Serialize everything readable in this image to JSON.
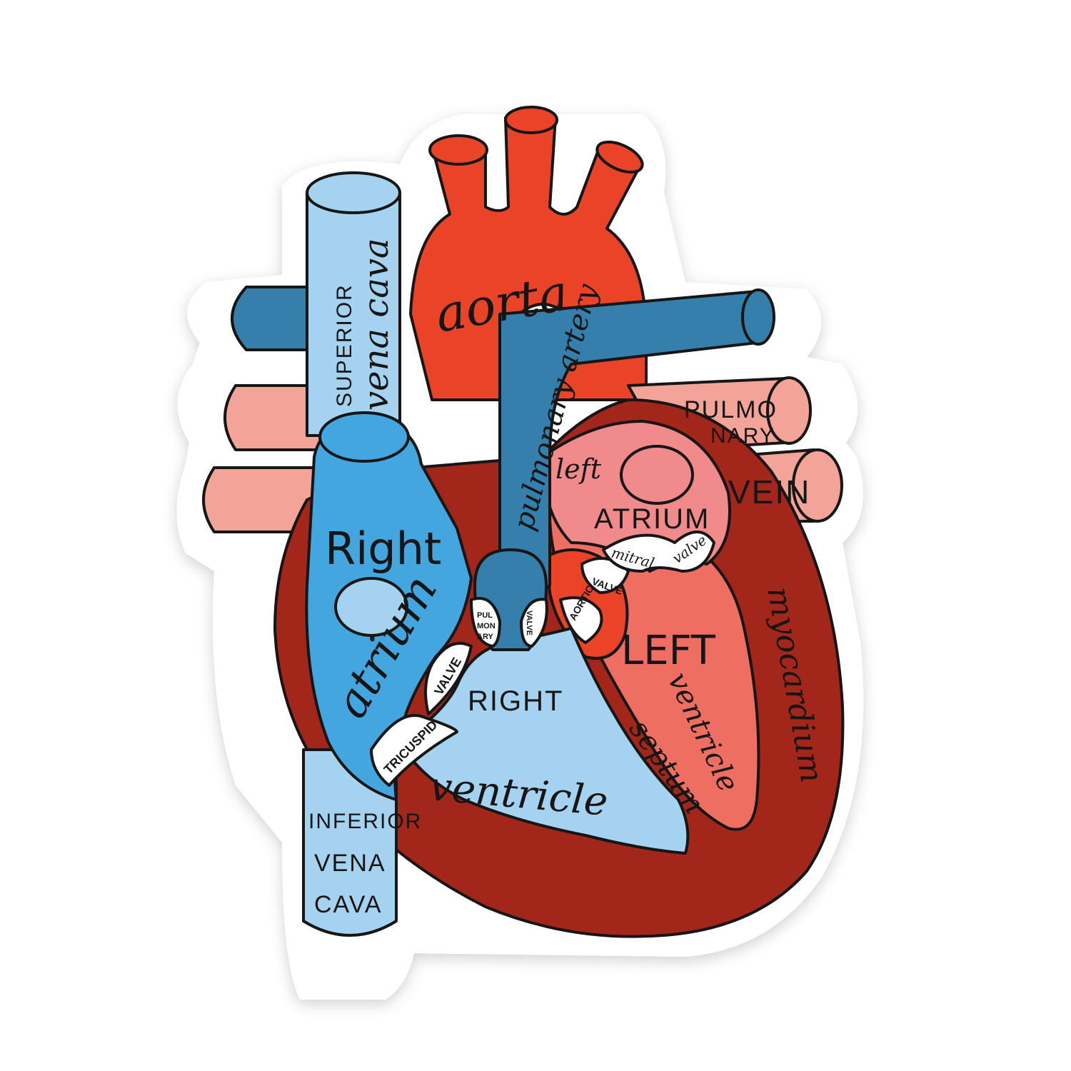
{
  "colors": {
    "sticker_border": "#ffffff",
    "vein_blue_light": "#a5d3ef",
    "vein_blue_mid": "#44a6de",
    "vein_blue_dark": "#357fad",
    "artery_red": "#e94428",
    "pulmonary_vein_pink": "#f2a498",
    "left_atrium_pink": "#f18a8a",
    "left_ventricle_salmon": "#ee6e62",
    "myocardium_dark_red": "#a3261a",
    "valve_white": "#ffffff",
    "ink": "#161616"
  },
  "labels": {
    "aorta": "aorta",
    "pulmonary_artery": "pulmonary artery",
    "superior_vena_cava_1": "SUPERIOR",
    "superior_vena_cava_2": "vena cava",
    "pulmonary_vein_1": "PULMO",
    "pulmonary_vein_2": "NARY",
    "pulmonary_vein_3": "VEIN",
    "left_atrium_1": "left",
    "left_atrium_2": "ATRIUM",
    "mitral_valve_1": "mitral",
    "mitral_valve_2": "valve",
    "aortic_valve_1": "VALVE",
    "aortic_valve_2": "AORTIC",
    "right_atrium_1": "Right",
    "right_atrium_2": "atrium",
    "pulmonary_valve_1": "PUL",
    "pulmonary_valve_2": "MON",
    "pulmonary_valve_3": "ARY",
    "pulmonary_valve_4": "VALVE",
    "tricuspid_valve_1": "VALVE",
    "tricuspid_valve_2": "TRICUSPID",
    "right_ventricle_1": "RIGHT",
    "right_ventricle_2": "ventricle",
    "left_ventricle_1": "LEFT",
    "left_ventricle_2": "ventricle",
    "septum": "septum",
    "myocardium": "myocardium",
    "inferior_vena_cava_1": "INFERIOR",
    "inferior_vena_cava_2": "VENA",
    "inferior_vena_cava_3": "CAVA"
  }
}
